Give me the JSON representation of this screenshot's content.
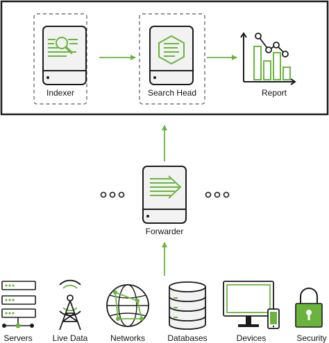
{
  "top_panel": {
    "indexer_label": "Indexer",
    "search_head_label": "Search Head",
    "report_label": "Report"
  },
  "forwarder_label": "Forwarder",
  "sources": [
    {
      "label": "Servers",
      "icon": "server-rack-icon"
    },
    {
      "label": "Live Data",
      "icon": "broadcast-tower-icon"
    },
    {
      "label": "Networks",
      "icon": "network-globe-icon"
    },
    {
      "label": "Databases",
      "icon": "database-icon"
    },
    {
      "label": "Devices",
      "icon": "monitor-phone-icon"
    },
    {
      "label": "Security",
      "icon": "padlock-icon"
    }
  ],
  "colors": {
    "accent_green": "#6ab43e",
    "outline": "#1a1a1a",
    "card_fill": "#f2f2f2"
  }
}
